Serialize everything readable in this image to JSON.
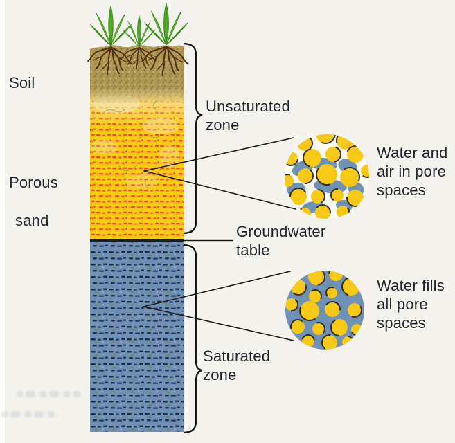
{
  "labels": {
    "soil": "Soil",
    "porous": [
      "Porous",
      "sand"
    ],
    "unsaturated_zone": [
      "Unsaturated",
      "zone"
    ],
    "groundwater_table": [
      "Groundwater",
      "table"
    ],
    "saturated_zone": [
      "Saturated",
      "zone"
    ],
    "inset_top": [
      "Water and",
      "air in pore",
      "spaces"
    ],
    "inset_bottom": [
      "Water fills",
      "all pore",
      "spaces"
    ]
  },
  "colors": {
    "background": "#F4F3ED",
    "soil_brown": "#AC9754",
    "sand_yellow": "#FBCA15",
    "sand_dash_red": "#E8491C",
    "water_blue": "#7090B2",
    "water_dash_navy": "#1B2E55",
    "grain_yellow": "#F7C815",
    "grain_outline": "#33301B",
    "pore_water_blue": "#6E91B5",
    "pore_air_white": "#FBFBF4",
    "leaf_green": "#44A31E",
    "root_brown": "#53300F",
    "groundwater_line": "#0D2038",
    "text": "#23262E",
    "line": "#1C1C1C"
  },
  "icons": {
    "plant": "grass-tuft-with-roots",
    "inset_top": "magnified-pore-spaces-water-and-air",
    "inset_bottom": "magnified-pore-spaces-water-filled"
  }
}
